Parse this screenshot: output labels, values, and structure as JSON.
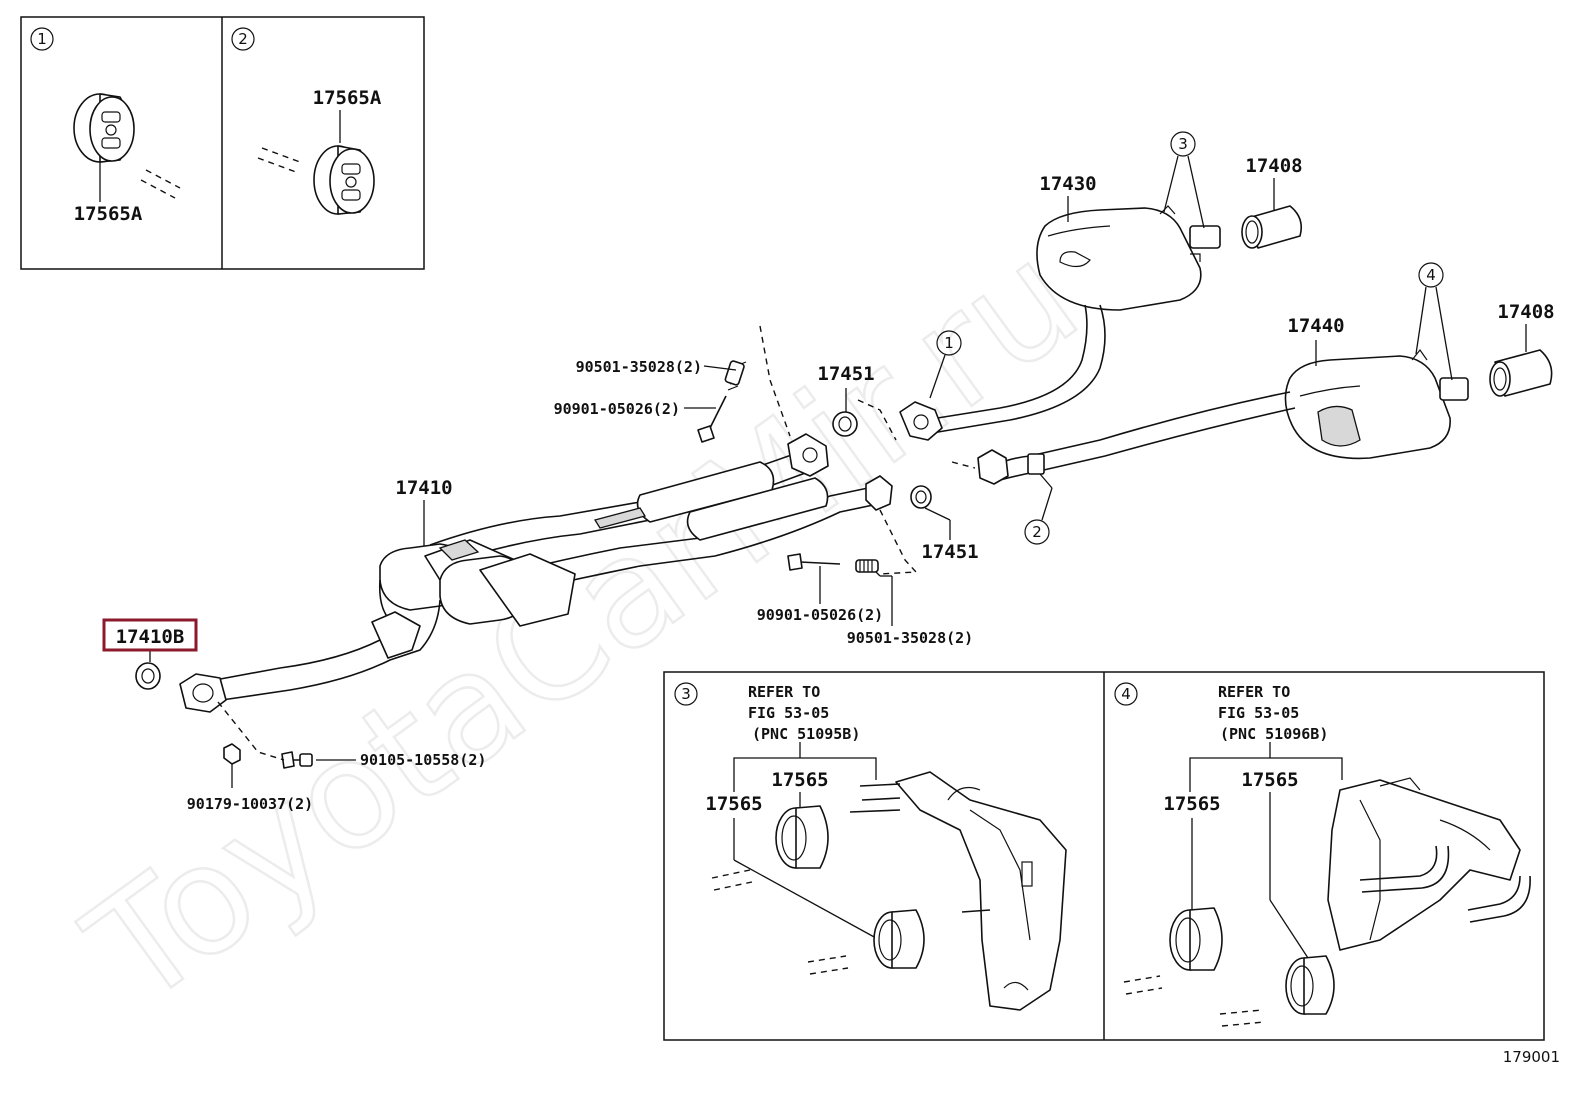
{
  "watermark": "ToyotaCarMir.ru",
  "figure_number": "179001",
  "highlighted_part": "17410B",
  "insets": {
    "inset1": {
      "marker": "1",
      "part": "17565A"
    },
    "inset2": {
      "marker": "2",
      "part": "17565A"
    },
    "inset3": {
      "marker": "3",
      "refer": [
        "REFER TO",
        "FIG 53-05",
        "(PNC 51095B)"
      ],
      "part_a": "17565",
      "part_b": "17565"
    },
    "inset4": {
      "marker": "4",
      "refer": [
        "REFER TO",
        "FIG 53-05",
        "(PNC 51096B)"
      ],
      "part_a": "17565",
      "part_b": "17565"
    }
  },
  "callouts": {
    "c1": "1",
    "c2": "2",
    "c3": "3",
    "c4": "4"
  },
  "labels": {
    "p17430": "17430",
    "p17408_top": "17408",
    "p17440": "17440",
    "p17408_right": "17408",
    "p17451_top": "17451",
    "p17451_bottom": "17451",
    "p17410": "17410",
    "p17410B": "17410B",
    "bolt_top_spring": "90501-35028(2)",
    "bolt_top_bolt": "90901-05026(2)",
    "bolt_mid_bolt": "90901-05026(2)",
    "bolt_mid_spring": "90501-35028(2)",
    "bolt_front_a": "90105-10558(2)",
    "bolt_front_b": "90179-10037(2)"
  }
}
